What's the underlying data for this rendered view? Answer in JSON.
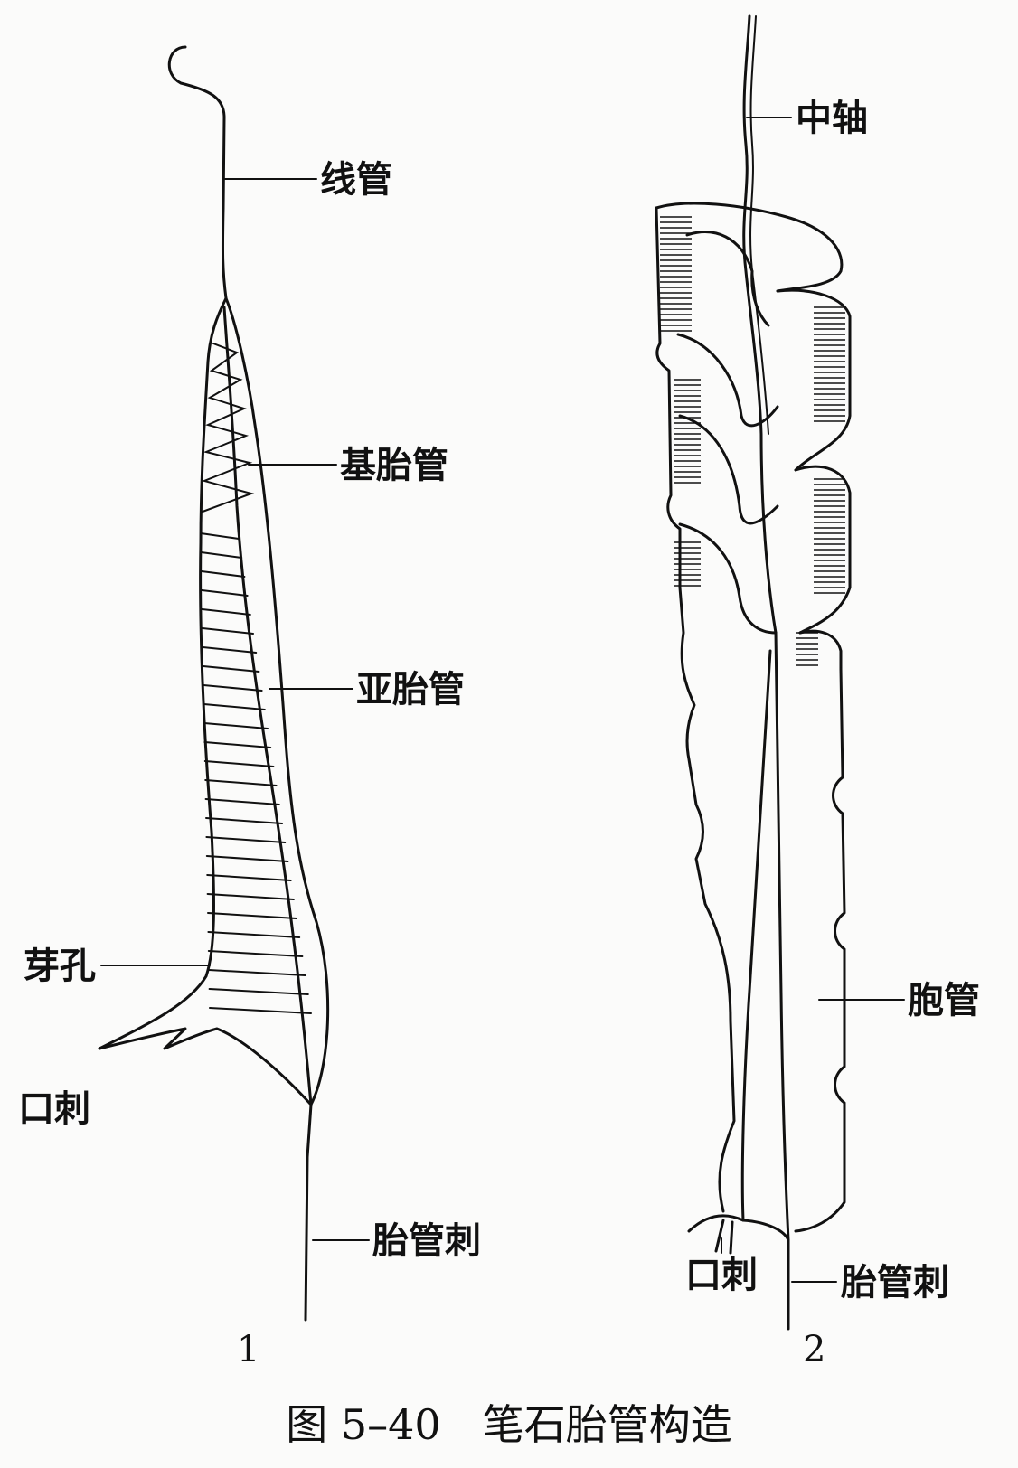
{
  "figure1": {
    "number": "1",
    "labels": {
      "xianguan": "线管",
      "jitaiguan": "基胎管",
      "yataiguan": "亚胎管",
      "yakong": "芽孔",
      "kouci": "口刺",
      "taiguanci": "胎管刺"
    }
  },
  "figure2": {
    "number": "2",
    "labels": {
      "zhongzhou": "中轴",
      "baoguan": "胞管",
      "kouci": "口刺",
      "taiguanci": "胎管刺"
    }
  },
  "caption": "图 5–40　笔石胎管构造"
}
